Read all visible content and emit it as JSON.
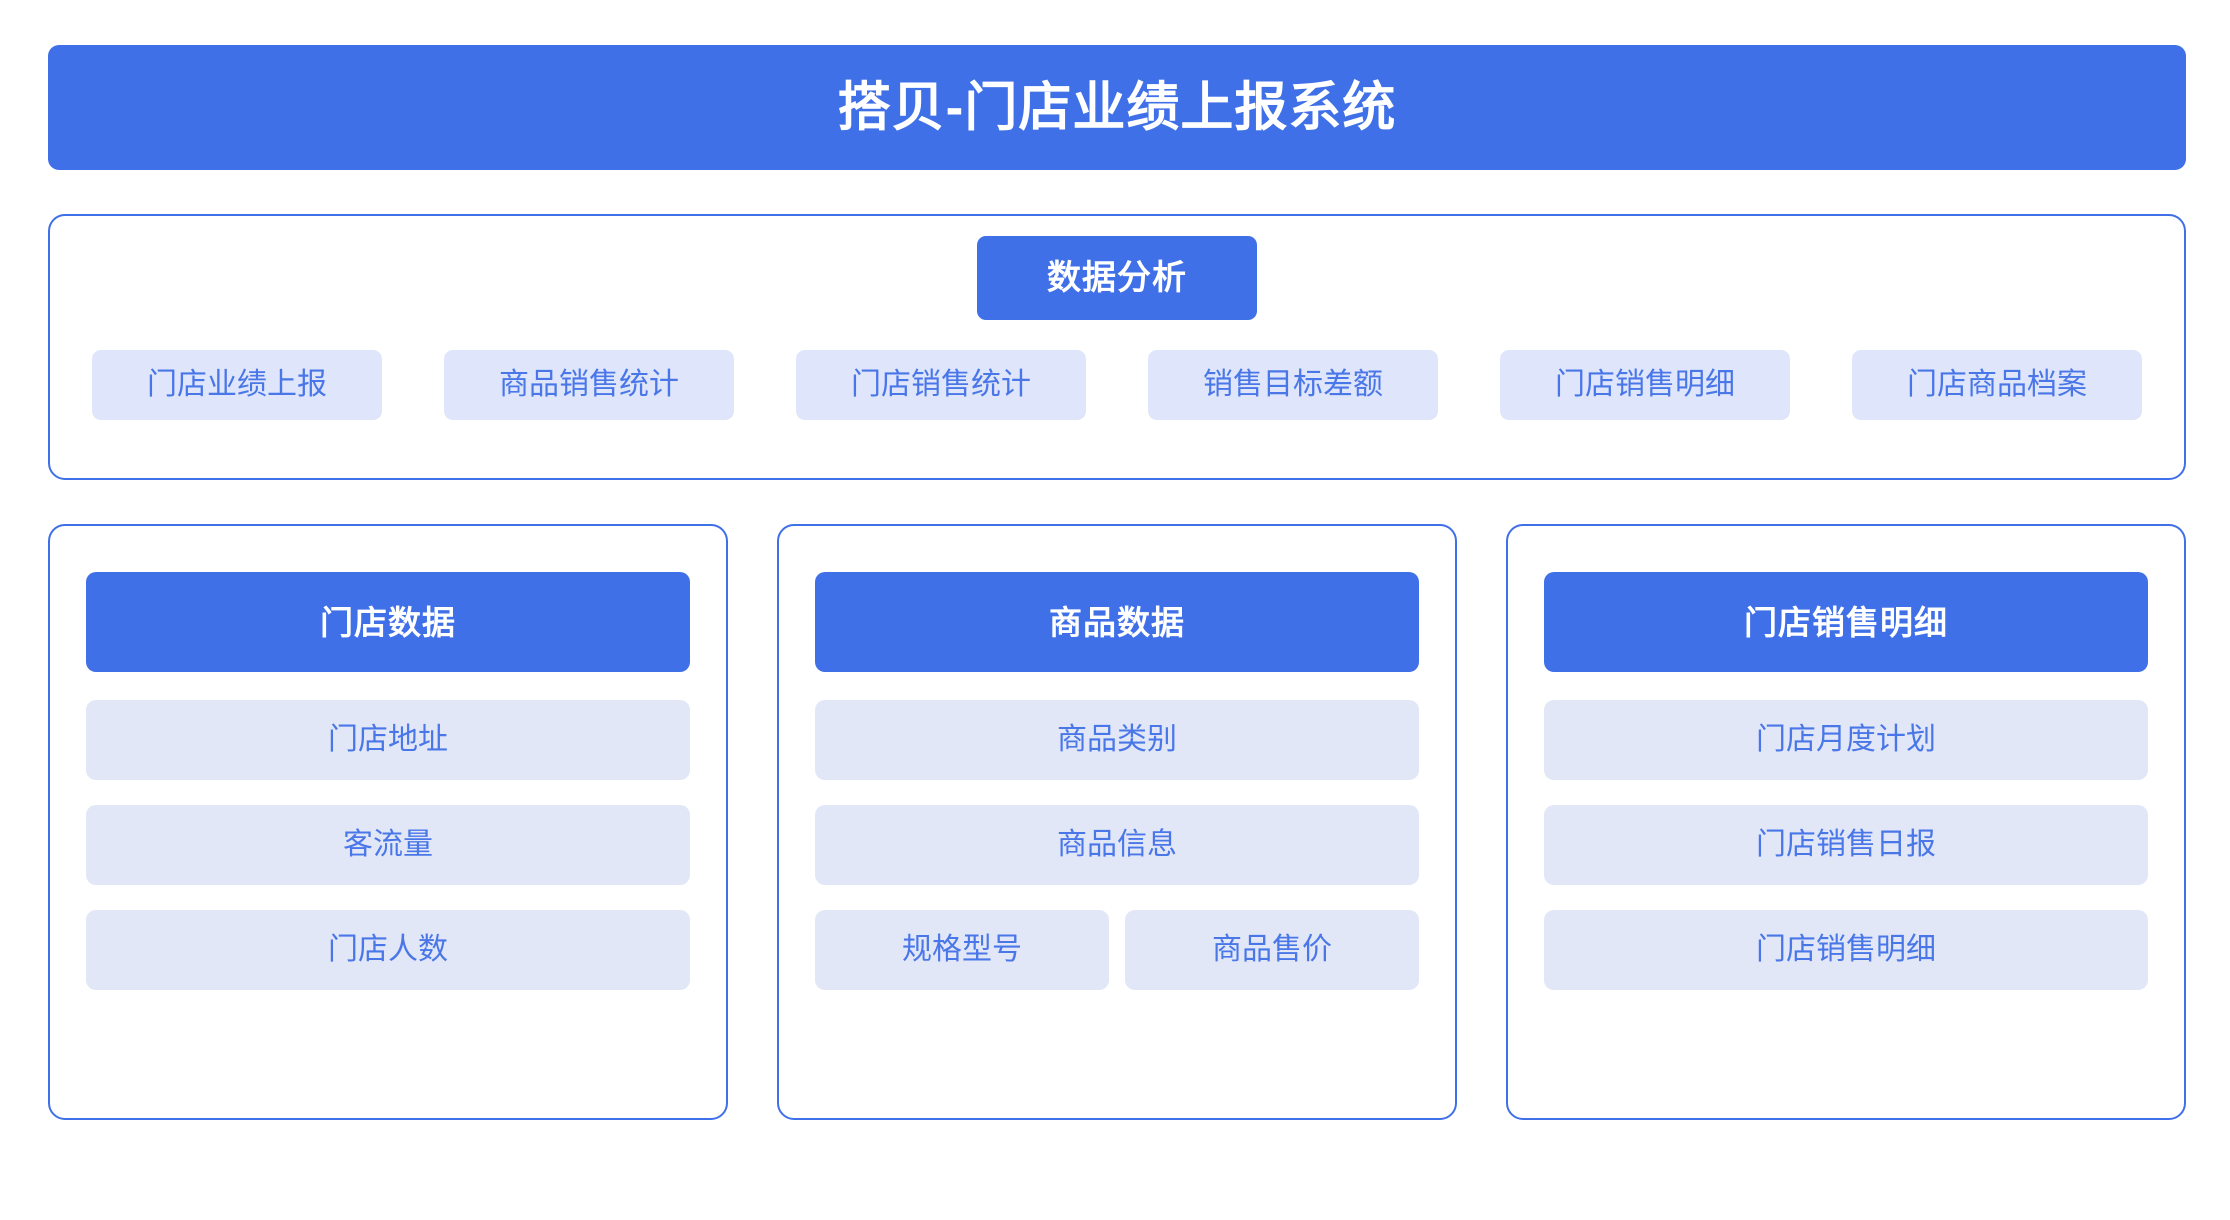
{
  "app": {
    "title": "搭贝-门店业绩上报系统",
    "accent_color": "#4070e8",
    "chip_bg_color": "#dfe5fa",
    "chip_text_color": "#4a77e8"
  },
  "nav": {
    "title": "数据分析",
    "items": [
      {
        "label": "门店业绩上报"
      },
      {
        "label": "商品销售统计"
      },
      {
        "label": "门店销售统计"
      },
      {
        "label": "销售目标差额"
      },
      {
        "label": "门店销售明细"
      },
      {
        "label": "门店商品档案"
      }
    ]
  },
  "cards": [
    {
      "title": "门店数据",
      "rows": [
        {
          "chips": [
            {
              "label": "门店地址"
            }
          ]
        },
        {
          "chips": [
            {
              "label": "客流量"
            }
          ]
        },
        {
          "chips": [
            {
              "label": "门店人数"
            }
          ]
        }
      ]
    },
    {
      "title": "商品数据",
      "rows": [
        {
          "chips": [
            {
              "label": "商品类别"
            }
          ]
        },
        {
          "chips": [
            {
              "label": "商品信息"
            }
          ]
        },
        {
          "chips": [
            {
              "label": "规格型号"
            },
            {
              "label": "商品售价"
            }
          ]
        }
      ]
    },
    {
      "title": "门店销售明细",
      "rows": [
        {
          "chips": [
            {
              "label": "门店月度计划"
            }
          ]
        },
        {
          "chips": [
            {
              "label": "门店销售日报"
            }
          ]
        },
        {
          "chips": [
            {
              "label": "门店销售明细"
            }
          ]
        }
      ]
    }
  ]
}
